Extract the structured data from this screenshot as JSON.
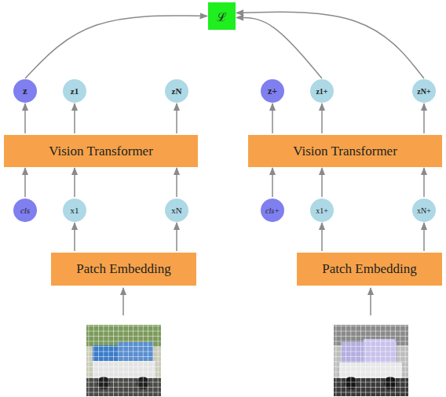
{
  "diagram": {
    "nodes": [
      {
        "text": [
          "ℒ"
        ]
      },
      {
        "text": [
          "z"
        ]
      },
      {
        "text": [
          "z1"
        ]
      },
      {
        "text": [
          "zN"
        ]
      },
      {
        "text": [
          "z+"
        ]
      },
      {
        "text": [
          "z1+"
        ]
      },
      {
        "text": [
          "zN+"
        ]
      },
      {
        "text": [
          "Vision Transformer"
        ]
      },
      {
        "text": [
          "Vision Transformer"
        ]
      },
      {
        "text": [
          "cls"
        ]
      },
      {
        "text": [
          "x1"
        ]
      },
      {
        "text": [
          "xN"
        ]
      },
      {
        "text": [
          "cls+"
        ]
      },
      {
        "text": [
          "x1+"
        ]
      },
      {
        "text": [
          "xN+"
        ]
      },
      {
        "text": [
          "Patch Embedding"
        ]
      },
      {
        "text": [
          "Patch Embedding"
        ]
      }
    ],
    "edges": [
      {
        "from": 1,
        "to": 0,
        "arrow": "to"
      },
      {
        "from": 5,
        "to": 0,
        "arrow": "to"
      },
      {
        "from": 6,
        "to": 0,
        "arrow": "to"
      },
      {
        "from": 7,
        "to": 1,
        "arrow": "to"
      },
      {
        "from": 7,
        "to": 2,
        "arrow": "to"
      },
      {
        "from": 7,
        "to": 3,
        "arrow": "to"
      },
      {
        "from": 8,
        "to": 4,
        "arrow": "to"
      },
      {
        "from": 8,
        "to": 5,
        "arrow": "to"
      },
      {
        "from": 8,
        "to": 6,
        "arrow": "to"
      },
      {
        "from": 9,
        "to": 7,
        "arrow": "to"
      },
      {
        "from": 10,
        "to": 7,
        "arrow": "to"
      },
      {
        "from": 11,
        "to": 7,
        "arrow": "to"
      },
      {
        "from": 12,
        "to": 8,
        "arrow": "to"
      },
      {
        "from": 13,
        "to": 8,
        "arrow": "to"
      },
      {
        "from": 14,
        "to": 8,
        "arrow": "to"
      },
      {
        "from": 15,
        "to": 10,
        "arrow": "to"
      },
      {
        "from": 15,
        "to": 11,
        "arrow": "to"
      },
      {
        "from": 16,
        "to": 13,
        "arrow": "to"
      },
      {
        "from": 16,
        "to": 14,
        "arrow": "to"
      }
    ]
  }
}
